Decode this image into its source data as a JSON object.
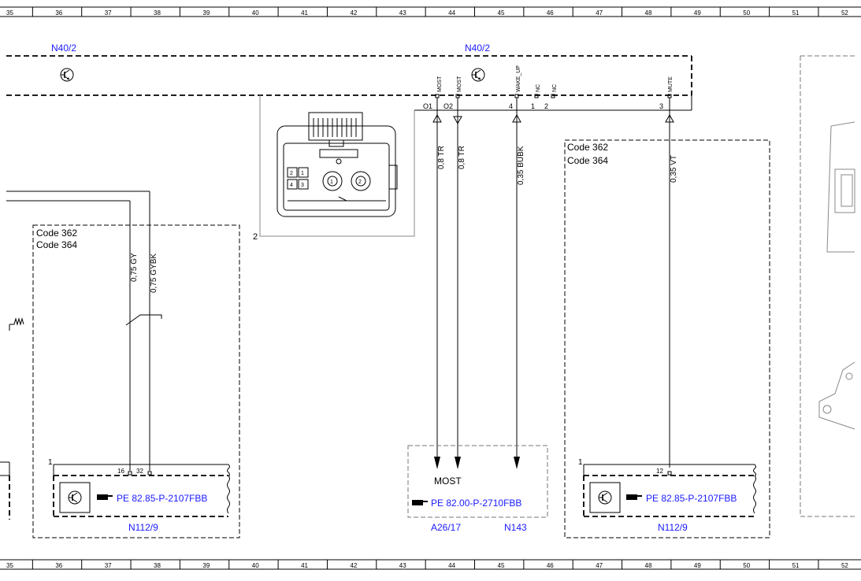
{
  "ruler": {
    "top": [
      "35",
      "36",
      "37",
      "38",
      "39",
      "40",
      "41",
      "42",
      "43",
      "44",
      "45",
      "46",
      "47",
      "48",
      "49",
      "50",
      "51",
      "52"
    ],
    "bottom": [
      "35",
      "36",
      "37",
      "38",
      "39",
      "40",
      "41",
      "42",
      "43",
      "44",
      "45",
      "46",
      "47",
      "48",
      "49",
      "50",
      "51",
      "52"
    ]
  },
  "module_top": {
    "label_left": "N40/2",
    "label_center": "N40/2"
  },
  "connector": {
    "pins": [
      {
        "name": "MOST",
        "num": "O1"
      },
      {
        "name": "MOST",
        "num": "O2"
      },
      {
        "name": "WAKE_UP",
        "num": "4"
      },
      {
        "name": "NC",
        "num": "1"
      },
      {
        "name": "NC",
        "num": "2"
      },
      {
        "name": "MUTE",
        "num": "3"
      }
    ],
    "plug_label": "2",
    "cavity_labels": [
      "2",
      "1",
      "4",
      "3"
    ],
    "circle_labels": [
      "1",
      "2"
    ]
  },
  "wires": [
    {
      "label": "0,8 TR"
    },
    {
      "label": "0,8 TR"
    },
    {
      "label": "0,35 BUBK"
    },
    {
      "label": "0,35 VT"
    },
    {
      "label": "0,75 GY"
    },
    {
      "label": "0,75 GYBK"
    }
  ],
  "code_block_left": {
    "line1": "Code 362",
    "line2": "Code 364"
  },
  "code_block_right": {
    "line1": "Code 362",
    "line2": "Code 364"
  },
  "unit_left": {
    "corner_num": "1",
    "pin_a": "16",
    "pin_b": "32",
    "ref": "PE 82.85-P-2107FBB",
    "label": "N112/9"
  },
  "unit_center": {
    "bus": "MOST",
    "ref": "PE 82.00-P-2710FBB",
    "label_a": "A26/17",
    "label_b": "N143"
  },
  "unit_right": {
    "corner_num": "1",
    "pin": "12",
    "ref": "PE 82.85-P-2107FBB",
    "label": "N112/9"
  },
  "colors": {
    "line": "#000000",
    "link": "#1a1aff",
    "background": "#ffffff"
  },
  "icons": [
    "transistor-icon",
    "pointing-hand-icon",
    "connector-plug-icon",
    "antenna-icon"
  ]
}
